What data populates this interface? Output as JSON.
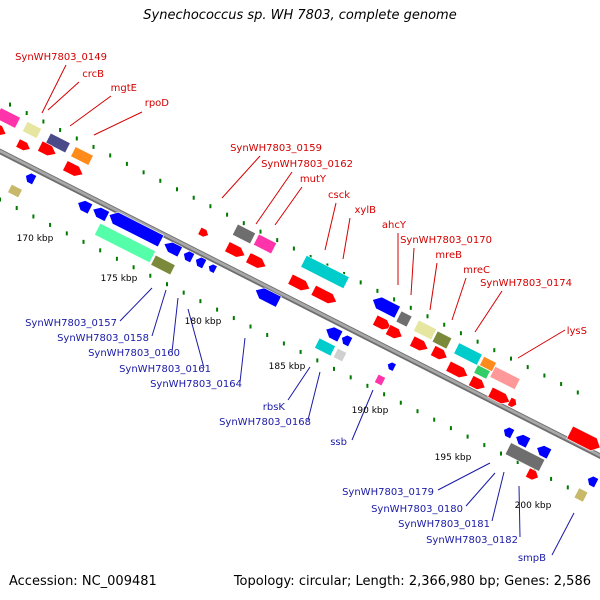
{
  "title": "Synechococcus sp. WH 7803, complete genome",
  "footer": {
    "accession_label": "Accession:",
    "accession": "NC_009481",
    "topology_label": "Topology:",
    "topology": "circular",
    "length_label": "Length:",
    "length": "2,366,980 bp",
    "genes_label": "Genes:",
    "genes": "2,586"
  },
  "colors": {
    "forward_label": "#d40000",
    "reverse_label": "#1a1aa6",
    "backbone": "#8a8a8a",
    "tick": "#007a00"
  },
  "scale_labels": [
    "170 kbp",
    "175 kbp",
    "180 kbp",
    "185 kbp",
    "190 kbp",
    "195 kbp",
    "200 kbp"
  ],
  "forward_genes": [
    "SynWH7803_0149",
    "crcB",
    "mgtE",
    "rpoD",
    "SynWH7803_0159",
    "SynWH7803_0162",
    "mutY",
    "csck",
    "xylB",
    "ahcY",
    "SynWH7803_0170",
    "mreB",
    "mreC",
    "SynWH7803_0174",
    "lysS"
  ],
  "reverse_genes": [
    "SynWH7803_0157",
    "SynWH7803_0158",
    "SynWH7803_0160",
    "SynWH7803_0161",
    "SynWH7803_0164",
    "rbsK",
    "SynWH7803_0168",
    "ssb",
    "SynWH7803_0179",
    "SynWH7803_0180",
    "SynWH7803_0181",
    "SynWH7803_0182",
    "smpB"
  ]
}
